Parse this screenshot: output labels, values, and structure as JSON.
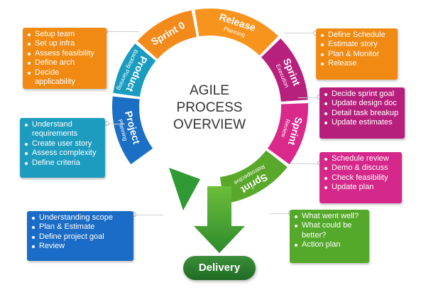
{
  "center_title": [
    "AGILE",
    "PROCESS",
    "OVERVIEW"
  ],
  "delivery": "Delivery",
  "segments": [
    {
      "id": "sprint0",
      "main": "Sprint 0",
      "sub": "",
      "color": "#f28a1c"
    },
    {
      "id": "release",
      "main": "Release",
      "sub": "Planning",
      "color": "#f7941e"
    },
    {
      "id": "execution",
      "main": "Sprint",
      "sub": "Execution",
      "color": "#b8207e"
    },
    {
      "id": "review",
      "main": "Sprint",
      "sub": "Review",
      "color": "#d9298a"
    },
    {
      "id": "retro",
      "main": "Sprint",
      "sub": "Retrospective",
      "color": "#5aa82b"
    },
    {
      "id": "project",
      "main": "Project",
      "sub": "Planning",
      "color": "#1b6fc4"
    },
    {
      "id": "product",
      "main": "Product",
      "sub": "Backlog Planning",
      "color": "#1a9bc0"
    }
  ],
  "boxes": {
    "sprint0": {
      "color": "#f08a12",
      "items": [
        "Setup team",
        "Set up infra",
        "Assess feasibility",
        "Define arch",
        "Decide applicability"
      ]
    },
    "release": {
      "color": "#f08a12",
      "items": [
        "Define Schedule",
        "Estimate story",
        "Plan & Monitor",
        "Release"
      ]
    },
    "execution": {
      "color": "#b71f7c",
      "items": [
        "Decide sprint goal",
        "Update design doc",
        "Detail task breakup",
        "Update estimates"
      ]
    },
    "product": {
      "color": "#1d9cbf",
      "items": [
        "Understand requirements",
        "Create user story",
        "Assess complexity",
        "Define criteria"
      ]
    },
    "review": {
      "color": "#d6278a",
      "items": [
        "Schedule review",
        "Demo & discuss",
        "Check feasibility",
        "Update plan"
      ]
    },
    "project": {
      "color": "#1b6cc6",
      "items": [
        "Understanding scope",
        "Plan & Estimate",
        "Define project goal",
        "Review"
      ]
    },
    "retro": {
      "color": "#55a92a",
      "items": [
        "What went well?",
        "What could be better?",
        "Action plan"
      ]
    }
  }
}
